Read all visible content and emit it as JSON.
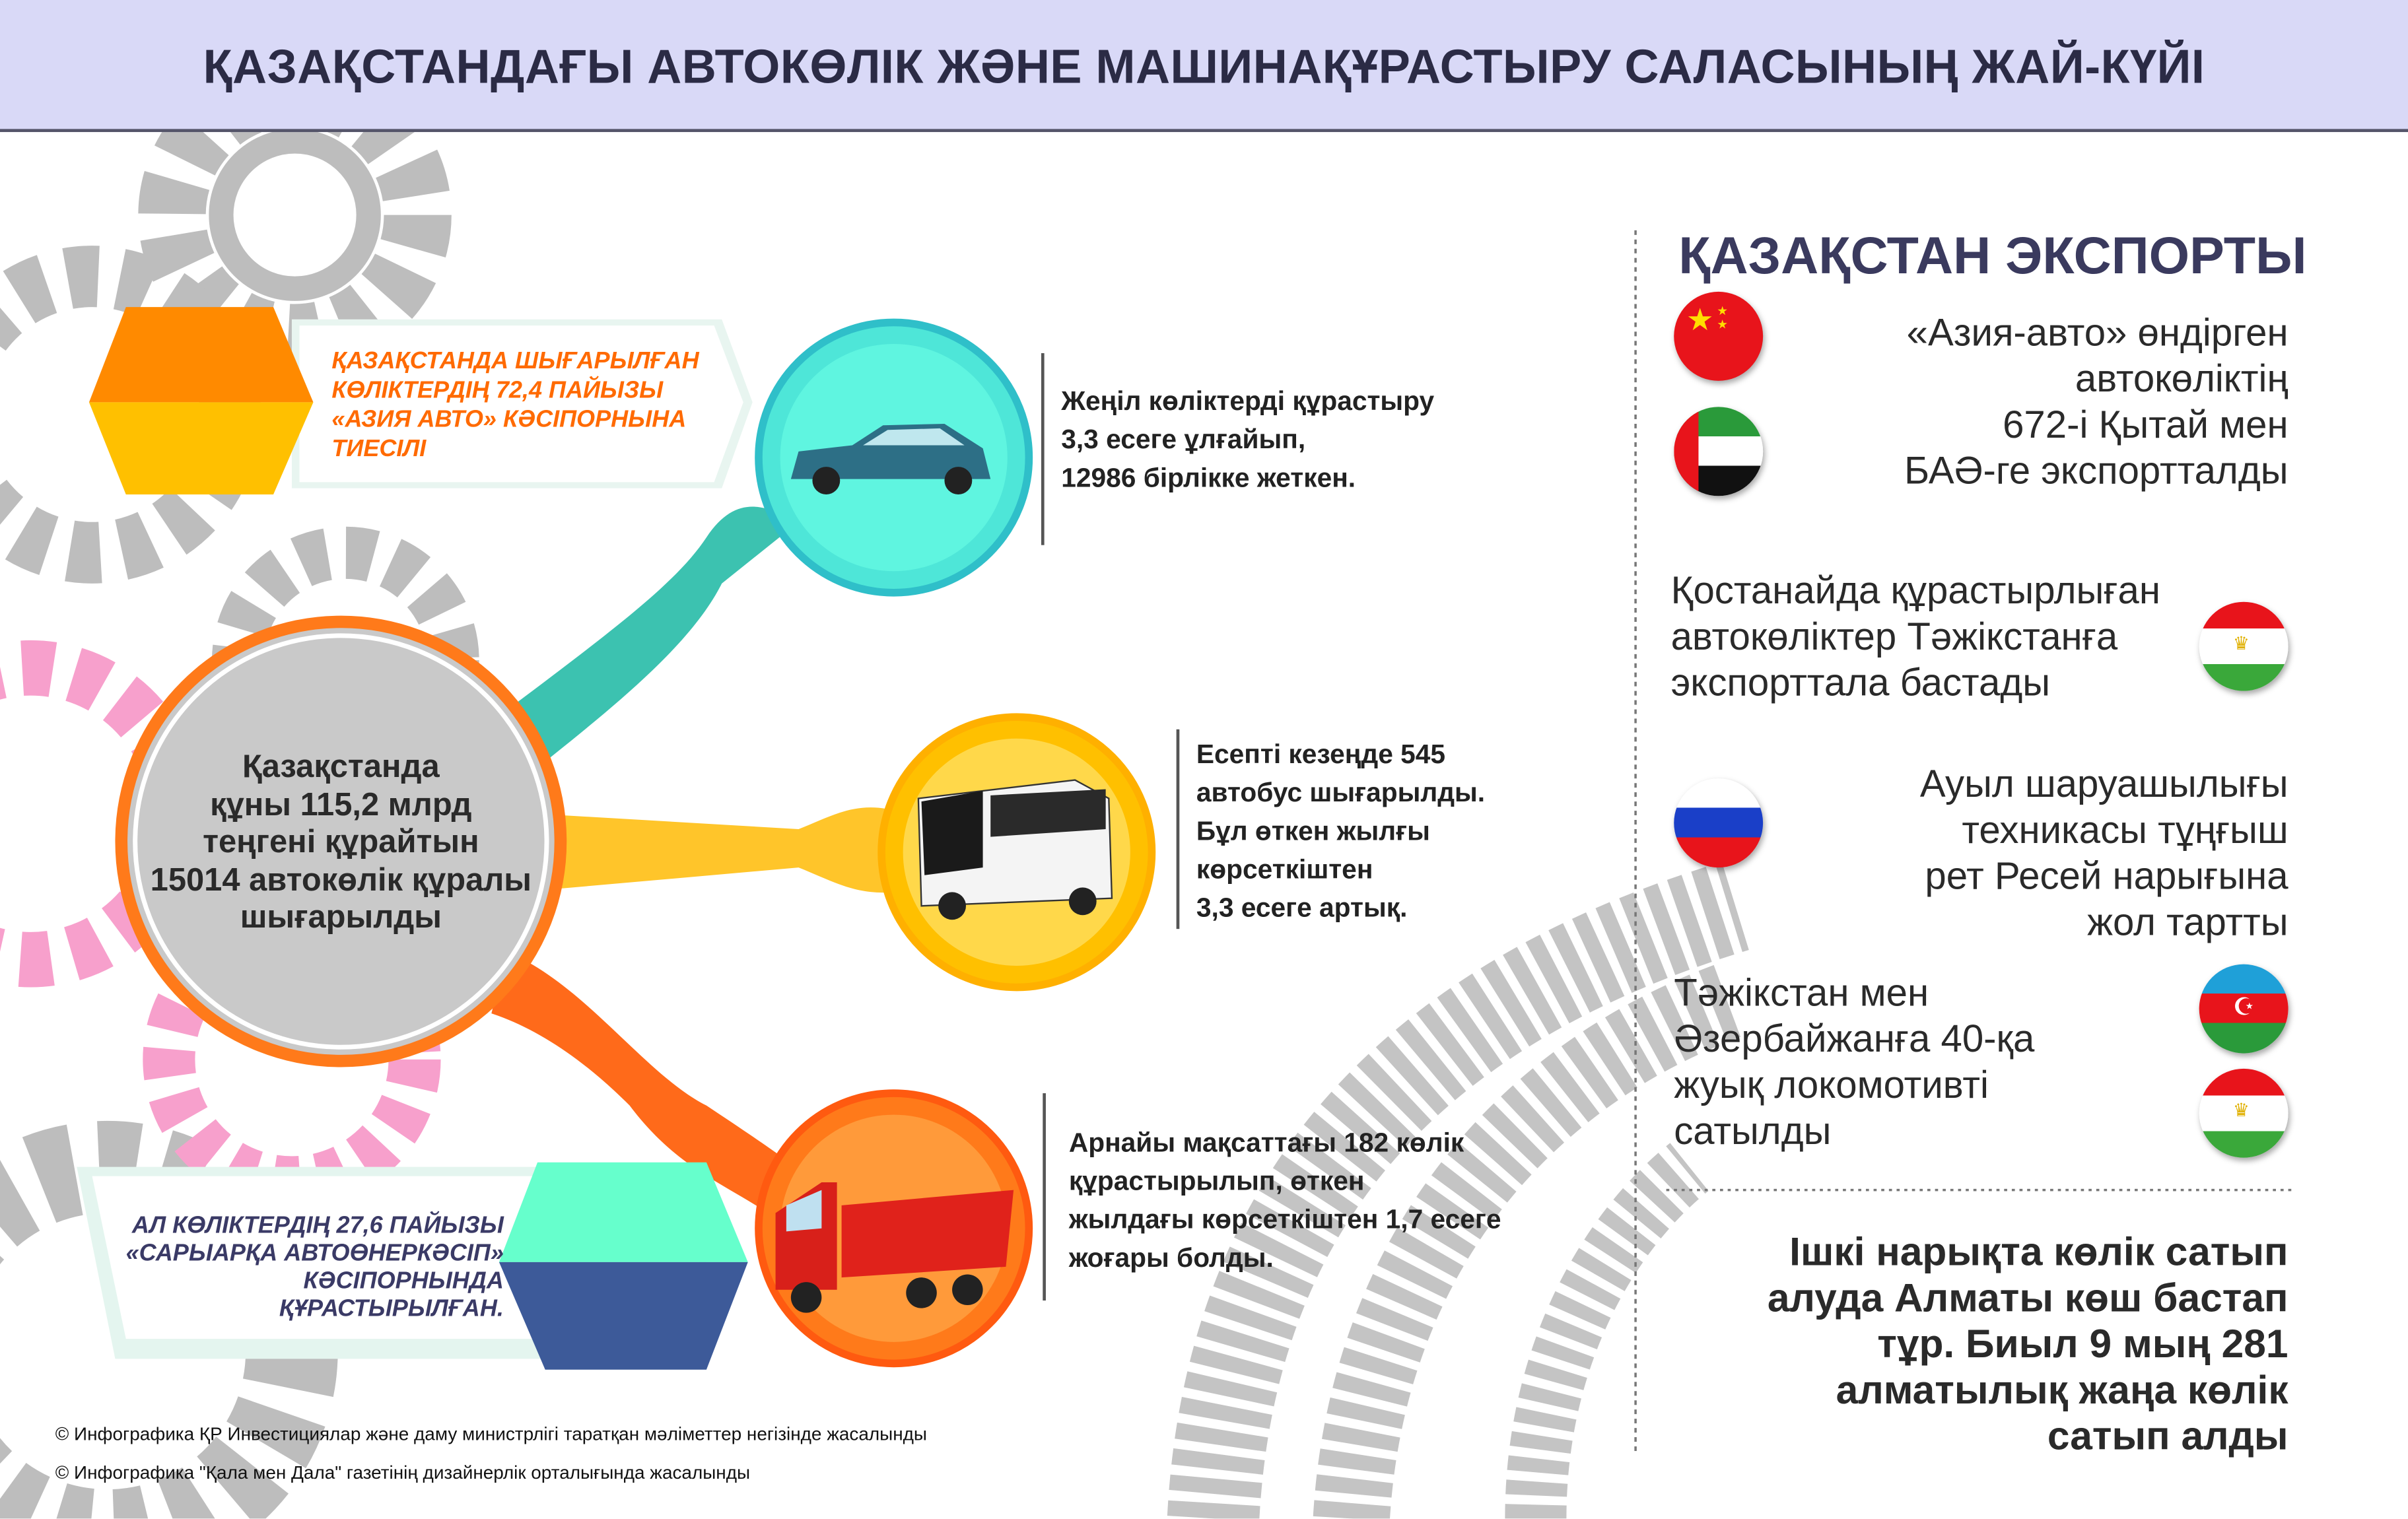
{
  "header": {
    "title": "ҚАЗАҚСТАНДАҒЫ АВТОКӨЛІК ЖӘНЕ МАШИНАҚҰРАСТЫРУ САЛАСЫНЫҢ ЖАЙ-КҮЙІ"
  },
  "banners": {
    "top": [
      "ҚАЗАҚСТАНДА ШЫҒАРЫЛҒАН",
      "КӨЛІКТЕРДІҢ 72,4 ПАЙЫЗЫ",
      "«АЗИЯ АВТО» КӘСІПОРНЫНА",
      "ТИЕСІЛІ"
    ],
    "bottom": [
      "АЛ КӨЛІКТЕРДІҢ 27,6 ПАЙЫЗЫ",
      "«САРЫАРҚА АВТОӨНЕРКӘСІП»",
      "КӘСІПОРНЫНДА",
      "ҚҰРАСТЫРЫЛҒАН."
    ]
  },
  "center": {
    "lines": [
      "Қазақстанда",
      "құны 115,2 млрд",
      "теңгені құрайтын",
      "15014 автокөлік құралы",
      "шығарылды"
    ]
  },
  "facts": {
    "cars": [
      "Жеңіл көліктерді құрастыру",
      "3,3 есеге ұлғайып,",
      "12986 бірлікке жеткен."
    ],
    "buses": [
      "Есепті кезеңде 545",
      "автобус шығарылды.",
      "Бұл өткен жылғы",
      "көрсеткіштен",
      "3,3 есеге артық."
    ],
    "special": [
      "Арнайы мақсаттағы 182 көлік",
      "құрастырылып, өткен",
      "жылдағы көрсеткіштен 1,7 есеге",
      "жоғары болды."
    ]
  },
  "export": {
    "title": "ҚАЗАҚСТАН ЭКСПОРТЫ",
    "items": [
      {
        "lines": [
          "«Азия-авто» өндірген",
          "автокөліктің",
          "672-і Қытай мен",
          "БАӘ-ге экспортталды"
        ],
        "flags": [
          "china-flag",
          "uae-flag"
        ]
      },
      {
        "lines": [
          "Қостанайда құрастырлыған",
          "автокөліктер Тәжікстанға",
          "экспорттала бастады"
        ],
        "flags": [
          "tajikistan-flag"
        ]
      },
      {
        "lines": [
          "Ауыл шаруашылығы",
          "техникасы тұңғыш",
          "рет Ресей нарығына",
          "жол тартты"
        ],
        "flags": [
          "russia-flag"
        ]
      },
      {
        "lines": [
          "Тәжікстан мен",
          "Әзербайжанға 40-қа",
          "жуық локомотивті",
          "сатылды"
        ],
        "flags": [
          "azerbaijan-flag",
          "tajikistan-flag"
        ]
      }
    ],
    "summary": [
      "Ішкі нарықта көлік сатып",
      "алуда Алматы көш бастап",
      "тұр. Биыл 9 мың 281",
      "алматылық жаңа көлік",
      "сатып алды"
    ]
  },
  "credits": [
    "© Инфографика ҚР Инвестициялар және даму министрлігі таратқан мәліметтер негізінде жасалынды",
    "© Инфографика \"Қала мен Дала\" газетінің дизайнерлік орталығында жасалынды"
  ],
  "colors": {
    "orange": "#ff8a00",
    "yellow": "#ffc000",
    "teal": "#4ee6d8",
    "navy": "#3d5a99",
    "mint": "#66ffcc",
    "header": "#d9d9f7"
  }
}
